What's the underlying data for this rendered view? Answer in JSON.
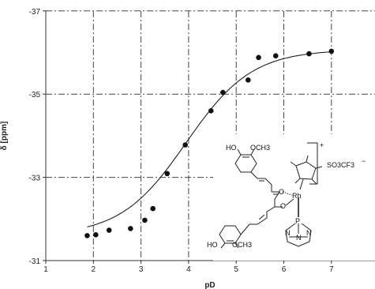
{
  "chart_data": {
    "type": "scatter",
    "title": "",
    "xlabel": "pD",
    "ylabel": "δ [ppm]",
    "xlim": [
      1,
      8
    ],
    "ylim": [
      -31,
      -37
    ],
    "y_axis_inverted": true,
    "x_ticks": [
      1,
      2,
      3,
      4,
      5,
      6,
      7
    ],
    "y_ticks": [
      -31,
      -33,
      -35,
      -37
    ],
    "grid": "dash-dot lines at x = 2, 3, 4, 5, 6, 7 and y = -33, -35, -37",
    "points": [
      {
        "x": 1.87,
        "y": -31.6
      },
      {
        "x": 2.05,
        "y": -31.62
      },
      {
        "x": 2.33,
        "y": -31.73
      },
      {
        "x": 2.78,
        "y": -31.77
      },
      {
        "x": 3.08,
        "y": -31.97
      },
      {
        "x": 3.25,
        "y": -32.25
      },
      {
        "x": 3.55,
        "y": -33.09
      },
      {
        "x": 3.93,
        "y": -33.78
      },
      {
        "x": 4.47,
        "y": -34.6
      },
      {
        "x": 4.72,
        "y": -35.04
      },
      {
        "x": 5.25,
        "y": -35.34
      },
      {
        "x": 5.47,
        "y": -35.88
      },
      {
        "x": 5.83,
        "y": -35.92
      },
      {
        "x": 6.53,
        "y": -35.97
      },
      {
        "x": 7.0,
        "y": -36.03
      }
    ],
    "fit_curve": {
      "type": "sigmoid",
      "bottom": -31.6,
      "top": -36.07,
      "midpoint": 3.95,
      "slope": 1.45,
      "x_range": [
        1.87,
        7.0
      ]
    }
  },
  "structure": {
    "labels": {
      "ho_top": "HO",
      "och3_top": "OCH3",
      "o_carbonyl": "O",
      "rh": "Rh",
      "o_enolate": "O",
      "p": "P",
      "n_left": "N",
      "n_center": "N",
      "n_right": "N",
      "ho_bottom": "HO",
      "och3_bottom": "OCH3",
      "charge": "+",
      "counterion": "SO3CF3",
      "counterion_charge": "−"
    }
  }
}
